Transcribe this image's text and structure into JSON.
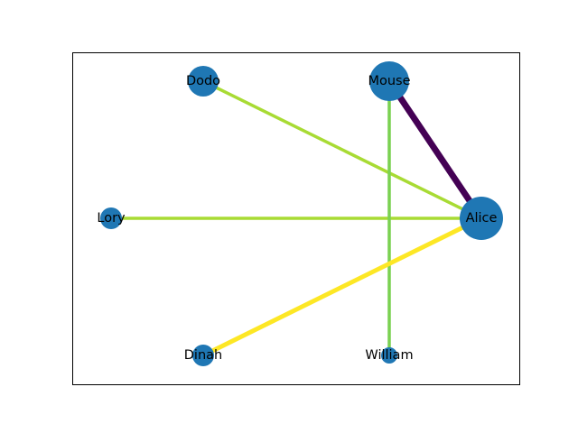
{
  "graph": {
    "node_color": "#1f77b4",
    "frame_color": "#000000",
    "nodes": [
      {
        "id": "dodo",
        "label": "Dodo",
        "size": "medium"
      },
      {
        "id": "mouse",
        "label": "Mouse",
        "size": "large"
      },
      {
        "id": "lory",
        "label": "Lory",
        "size": "small"
      },
      {
        "id": "alice",
        "label": "Alice",
        "size": "largest"
      },
      {
        "id": "dinah",
        "label": "Dinah",
        "size": "small"
      },
      {
        "id": "william",
        "label": "William",
        "size": "smallest"
      }
    ],
    "edges": [
      {
        "source": "mouse",
        "target": "alice",
        "color": "#440154",
        "weight": "heaviest"
      },
      {
        "source": "dodo",
        "target": "alice",
        "color": "#a8db34",
        "weight": "medium"
      },
      {
        "source": "lory",
        "target": "alice",
        "color": "#a8db34",
        "weight": "medium"
      },
      {
        "source": "mouse",
        "target": "william",
        "color": "#7ad151",
        "weight": "medium"
      },
      {
        "source": "dinah",
        "target": "alice",
        "color": "#fde725",
        "weight": "heavy"
      }
    ]
  }
}
